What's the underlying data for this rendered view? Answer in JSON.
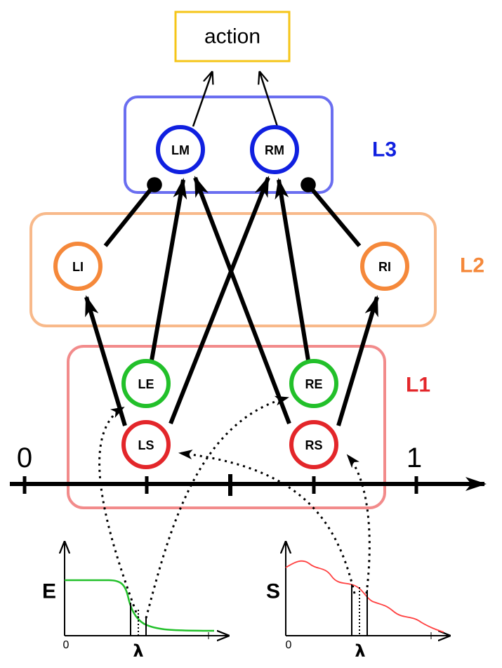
{
  "action": {
    "label": "action",
    "border_color": "#f5c518"
  },
  "layers": {
    "l1": {
      "label": "L1",
      "color": "#e3262a",
      "box_color": "#f28b8b"
    },
    "l2": {
      "label": "L2",
      "color": "#f5883a",
      "box_color": "#f8b98a"
    },
    "l3": {
      "label": "L3",
      "color": "#1020e0",
      "box_color": "#6a6ef0"
    }
  },
  "nodes": {
    "lm": {
      "label": "LM",
      "color": "#1020e0"
    },
    "rm": {
      "label": "RM",
      "color": "#1020e0"
    },
    "li": {
      "label": "LI",
      "color": "#f5883a"
    },
    "ri": {
      "label": "RI",
      "color": "#f5883a"
    },
    "le": {
      "label": "LE",
      "color": "#22c02a"
    },
    "re": {
      "label": "RE",
      "color": "#22c02a"
    },
    "ls": {
      "label": "LS",
      "color": "#e3262a"
    },
    "rs": {
      "label": "RS",
      "color": "#e3262a"
    }
  },
  "axis": {
    "start_label": "0",
    "end_label": "1"
  },
  "graphs": {
    "left": {
      "ylabel": "E",
      "x0_label": "0",
      "x_label": "λ",
      "line_color": "#22c02a"
    },
    "right": {
      "ylabel": "S",
      "x0_label": "0",
      "x_label": "λ",
      "line_color": "#ff4040"
    }
  }
}
